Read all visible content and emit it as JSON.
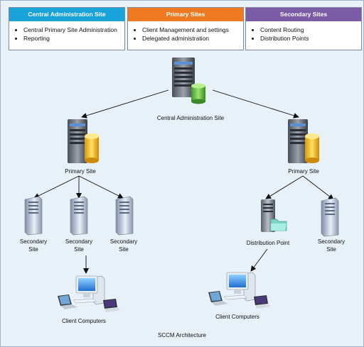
{
  "legend": [
    {
      "title": "Central Administration Site",
      "color": "#1aa3db",
      "items": [
        "Central Primary Site Administration",
        "Reporting"
      ]
    },
    {
      "title": "Primary Sites",
      "color": "#f07a21",
      "items": [
        "Client Management and settings",
        "Delegated administration"
      ]
    },
    {
      "title": "Secondary Sites",
      "color": "#7b5aa6",
      "items": [
        "Content Routing",
        "Distribution Points"
      ]
    }
  ],
  "nodes": {
    "cas": "Central Administration Site",
    "primary_left": "Primary Site",
    "primary_right": "Primary Site",
    "secondary_1_l1": "Secondary",
    "secondary_1_l2": "Site",
    "secondary_2_l1": "Secondary",
    "secondary_2_l2": "Site",
    "secondary_3_l1": "Secondary",
    "secondary_3_l2": "Site",
    "distribution_point": "Distribution Point",
    "secondary_4_l1": "Secondary",
    "secondary_4_l2": "Site",
    "clients_left": "Client Computers",
    "clients_right": "Client Computers"
  },
  "caption": "SCCM Architecture",
  "icons": [
    "server-icon",
    "database-icon",
    "client-computers-icon",
    "folder-icon"
  ]
}
